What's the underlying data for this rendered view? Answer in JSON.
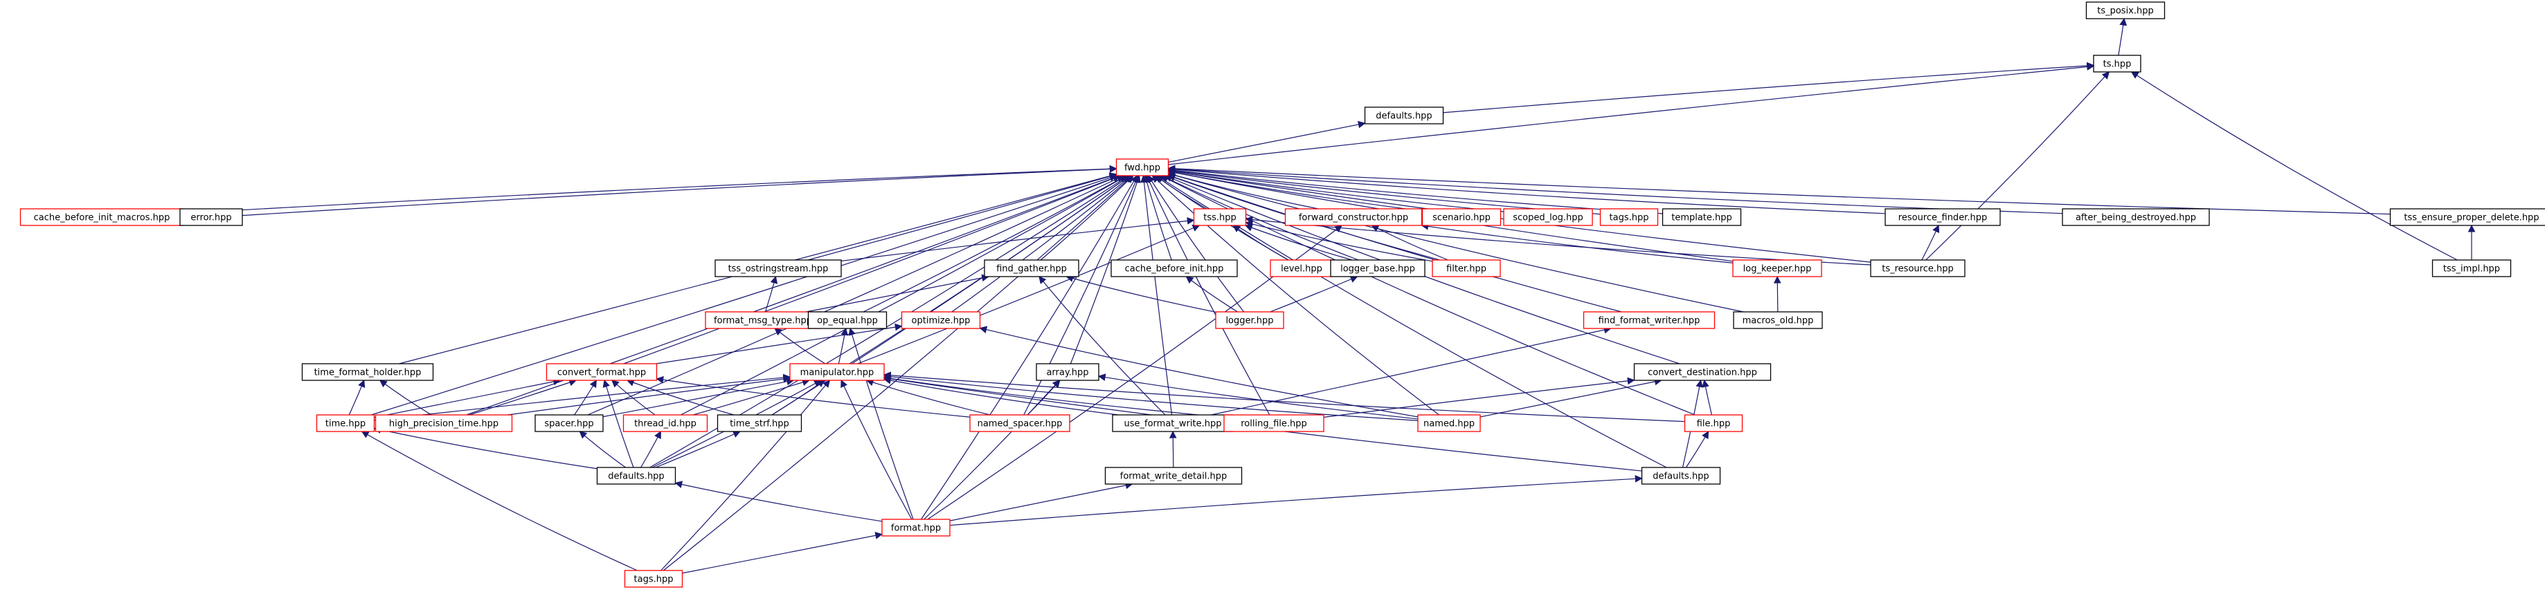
{
  "colors": {
    "edge": "#191970",
    "normal_border": "#000000",
    "truncated_border": "#ff0000",
    "root_fill": "#bfbfbf",
    "node_fill": "#ffffff"
  },
  "nodes": [
    {
      "id": "ts_posix",
      "label": "ts_posix.hpp",
      "kind": "root"
    },
    {
      "id": "ts",
      "label": "ts.hpp",
      "kind": "normal"
    },
    {
      "id": "defaults_top",
      "label": "defaults.hpp",
      "kind": "normal"
    },
    {
      "id": "fwd",
      "label": "fwd.hpp",
      "kind": "truncated"
    },
    {
      "id": "cache_before_init_macros",
      "label": "cache_before_init_macros.hpp",
      "kind": "truncated"
    },
    {
      "id": "error",
      "label": "error.hpp",
      "kind": "normal"
    },
    {
      "id": "tss",
      "label": "tss.hpp",
      "kind": "truncated"
    },
    {
      "id": "forward_constructor",
      "label": "forward_constructor.hpp",
      "kind": "truncated"
    },
    {
      "id": "scenario",
      "label": "scenario.hpp",
      "kind": "truncated"
    },
    {
      "id": "scoped_log",
      "label": "scoped_log.hpp",
      "kind": "truncated"
    },
    {
      "id": "tags_top",
      "label": "tags.hpp",
      "kind": "truncated"
    },
    {
      "id": "template",
      "label": "template.hpp",
      "kind": "normal"
    },
    {
      "id": "resource_finder",
      "label": "resource_finder.hpp",
      "kind": "normal"
    },
    {
      "id": "after_being_destroyed",
      "label": "after_being_destroyed.hpp",
      "kind": "normal"
    },
    {
      "id": "tss_ensure_proper_delete",
      "label": "tss_ensure_proper_delete.hpp",
      "kind": "normal"
    },
    {
      "id": "tss_ostringstream",
      "label": "tss_ostringstream.hpp",
      "kind": "normal"
    },
    {
      "id": "find_gather",
      "label": "find_gather.hpp",
      "kind": "normal"
    },
    {
      "id": "cache_before_init",
      "label": "cache_before_init.hpp",
      "kind": "normal"
    },
    {
      "id": "level",
      "label": "level.hpp",
      "kind": "truncated"
    },
    {
      "id": "logger_base",
      "label": "logger_base.hpp",
      "kind": "normal"
    },
    {
      "id": "filter",
      "label": "filter.hpp",
      "kind": "truncated"
    },
    {
      "id": "log_keeper",
      "label": "log_keeper.hpp",
      "kind": "truncated"
    },
    {
      "id": "ts_resource",
      "label": "ts_resource.hpp",
      "kind": "normal"
    },
    {
      "id": "tss_impl",
      "label": "tss_impl.hpp",
      "kind": "normal"
    },
    {
      "id": "format_msg_type",
      "label": "format_msg_type.hpp",
      "kind": "truncated"
    },
    {
      "id": "logger",
      "label": "logger.hpp",
      "kind": "truncated"
    },
    {
      "id": "find_format_writer",
      "label": "find_format_writer.hpp",
      "kind": "truncated"
    },
    {
      "id": "macros_old",
      "label": "macros_old.hpp",
      "kind": "normal"
    },
    {
      "id": "op_equal",
      "label": "op_equal.hpp",
      "kind": "normal"
    },
    {
      "id": "optimize",
      "label": "optimize.hpp",
      "kind": "truncated"
    },
    {
      "id": "time_format_holder",
      "label": "time_format_holder.hpp",
      "kind": "normal"
    },
    {
      "id": "convert_format",
      "label": "convert_format.hpp",
      "kind": "truncated"
    },
    {
      "id": "manipulator",
      "label": "manipulator.hpp",
      "kind": "truncated"
    },
    {
      "id": "array",
      "label": "array.hpp",
      "kind": "normal"
    },
    {
      "id": "convert_destination",
      "label": "convert_destination.hpp",
      "kind": "normal"
    },
    {
      "id": "time",
      "label": "time.hpp",
      "kind": "truncated"
    },
    {
      "id": "high_precision_time",
      "label": "high_precision_time.hpp",
      "kind": "truncated"
    },
    {
      "id": "spacer",
      "label": "spacer.hpp",
      "kind": "normal"
    },
    {
      "id": "thread_id",
      "label": "thread_id.hpp",
      "kind": "truncated"
    },
    {
      "id": "time_strf",
      "label": "time_strf.hpp",
      "kind": "normal"
    },
    {
      "id": "named_spacer",
      "label": "named_spacer.hpp",
      "kind": "truncated"
    },
    {
      "id": "use_format_write",
      "label": "use_format_write.hpp",
      "kind": "normal"
    },
    {
      "id": "rolling_file",
      "label": "rolling_file.hpp",
      "kind": "truncated"
    },
    {
      "id": "named",
      "label": "named.hpp",
      "kind": "truncated"
    },
    {
      "id": "file",
      "label": "file.hpp",
      "kind": "truncated"
    },
    {
      "id": "defaults_mid",
      "label": "defaults.hpp",
      "kind": "normal"
    },
    {
      "id": "defaults_right",
      "label": "defaults.hpp",
      "kind": "normal"
    },
    {
      "id": "format_write_detail",
      "label": "format_write_detail.hpp",
      "kind": "normal"
    },
    {
      "id": "format",
      "label": "format.hpp",
      "kind": "truncated"
    },
    {
      "id": "tags_bottom",
      "label": "tags.hpp",
      "kind": "truncated"
    }
  ],
  "edges": [
    [
      "ts_posix",
      "ts"
    ],
    [
      "ts",
      "defaults_top"
    ],
    [
      "ts",
      "fwd"
    ],
    [
      "ts",
      "ts_resource"
    ],
    [
      "ts",
      "tss_impl"
    ],
    [
      "defaults_top",
      "fwd"
    ],
    [
      "fwd",
      "cache_before_init_macros"
    ],
    [
      "fwd",
      "error"
    ],
    [
      "fwd",
      "tss"
    ],
    [
      "fwd",
      "forward_constructor"
    ],
    [
      "fwd",
      "scenario"
    ],
    [
      "fwd",
      "scoped_log"
    ],
    [
      "fwd",
      "tags_top"
    ],
    [
      "fwd",
      "template"
    ],
    [
      "fwd",
      "resource_finder"
    ],
    [
      "fwd",
      "after_being_destroyed"
    ],
    [
      "fwd",
      "tss_ensure_proper_delete"
    ],
    [
      "fwd",
      "tss_ostringstream"
    ],
    [
      "fwd",
      "find_gather"
    ],
    [
      "fwd",
      "cache_before_init"
    ],
    [
      "fwd",
      "level"
    ],
    [
      "fwd",
      "logger_base"
    ],
    [
      "fwd",
      "filter"
    ],
    [
      "fwd",
      "log_keeper"
    ],
    [
      "fwd",
      "ts_resource"
    ],
    [
      "fwd",
      "logger"
    ],
    [
      "fwd",
      "find_format_writer"
    ],
    [
      "fwd",
      "macros_old"
    ],
    [
      "fwd",
      "op_equal"
    ],
    [
      "fwd",
      "optimize"
    ],
    [
      "fwd",
      "time_format_holder"
    ],
    [
      "fwd",
      "convert_format"
    ],
    [
      "fwd",
      "manipulator"
    ],
    [
      "fwd",
      "array"
    ],
    [
      "fwd",
      "convert_destination"
    ],
    [
      "fwd",
      "time"
    ],
    [
      "fwd",
      "high_precision_time"
    ],
    [
      "fwd",
      "spacer"
    ],
    [
      "fwd",
      "thread_id"
    ],
    [
      "fwd",
      "time_strf"
    ],
    [
      "fwd",
      "named_spacer"
    ],
    [
      "fwd",
      "use_format_write"
    ],
    [
      "fwd",
      "rolling_file"
    ],
    [
      "fwd",
      "named"
    ],
    [
      "fwd",
      "file"
    ],
    [
      "fwd",
      "defaults_mid"
    ],
    [
      "fwd",
      "defaults_right"
    ],
    [
      "fwd",
      "format"
    ],
    [
      "fwd",
      "tags_bottom"
    ],
    [
      "tss",
      "tss_ostringstream"
    ],
    [
      "tss",
      "level"
    ],
    [
      "tss",
      "logger_base"
    ],
    [
      "tss",
      "filter"
    ],
    [
      "tss",
      "ts_resource"
    ],
    [
      "tss",
      "manipulator"
    ],
    [
      "forward_constructor",
      "filter"
    ],
    [
      "forward_constructor",
      "log_keeper"
    ],
    [
      "forward_constructor",
      "format"
    ],
    [
      "resource_finder",
      "ts_resource"
    ],
    [
      "tss_ensure_proper_delete",
      "tss_impl"
    ],
    [
      "tss_ostringstream",
      "format_msg_type"
    ],
    [
      "find_gather",
      "format_msg_type"
    ],
    [
      "find_gather",
      "logger"
    ],
    [
      "find_gather",
      "use_format_write"
    ],
    [
      "cache_before_init",
      "logger"
    ],
    [
      "logger_base",
      "logger"
    ],
    [
      "log_keeper",
      "macros_old"
    ],
    [
      "format_msg_type",
      "manipulator"
    ],
    [
      "find_format_writer",
      "use_format_write"
    ],
    [
      "op_equal",
      "manipulator"
    ],
    [
      "op_equal",
      "format"
    ],
    [
      "optimize",
      "convert_format"
    ],
    [
      "optimize",
      "named"
    ],
    [
      "time_format_holder",
      "time"
    ],
    [
      "time_format_holder",
      "high_precision_time"
    ],
    [
      "convert_format",
      "time"
    ],
    [
      "convert_format",
      "high_precision_time"
    ],
    [
      "convert_format",
      "spacer"
    ],
    [
      "convert_format",
      "thread_id"
    ],
    [
      "convert_format",
      "time_strf"
    ],
    [
      "convert_format",
      "named_spacer"
    ],
    [
      "convert_format",
      "defaults_mid"
    ],
    [
      "manipulator",
      "time"
    ],
    [
      "manipulator",
      "high_precision_time"
    ],
    [
      "manipulator",
      "spacer"
    ],
    [
      "manipulator",
      "thread_id"
    ],
    [
      "manipulator",
      "time_strf"
    ],
    [
      "manipulator",
      "named_spacer"
    ],
    [
      "manipulator",
      "use_format_write"
    ],
    [
      "manipulator",
      "rolling_file"
    ],
    [
      "manipulator",
      "named"
    ],
    [
      "manipulator",
      "file"
    ],
    [
      "manipulator",
      "defaults_mid"
    ],
    [
      "manipulator",
      "defaults_right"
    ],
    [
      "manipulator",
      "format"
    ],
    [
      "manipulator",
      "tags_bottom"
    ],
    [
      "array",
      "named_spacer"
    ],
    [
      "array",
      "named"
    ],
    [
      "array",
      "format"
    ],
    [
      "convert_destination",
      "rolling_file"
    ],
    [
      "convert_destination",
      "named"
    ],
    [
      "convert_destination",
      "file"
    ],
    [
      "convert_destination",
      "defaults_right"
    ],
    [
      "time",
      "defaults_mid"
    ],
    [
      "time",
      "tags_bottom"
    ],
    [
      "spacer",
      "defaults_mid"
    ],
    [
      "thread_id",
      "defaults_mid"
    ],
    [
      "time_strf",
      "defaults_mid"
    ],
    [
      "use_format_write",
      "format_write_detail"
    ],
    [
      "file",
      "defaults_right"
    ],
    [
      "defaults_mid",
      "format"
    ],
    [
      "defaults_right",
      "format"
    ],
    [
      "format_write_detail",
      "format"
    ],
    [
      "format",
      "tags_bottom"
    ]
  ]
}
